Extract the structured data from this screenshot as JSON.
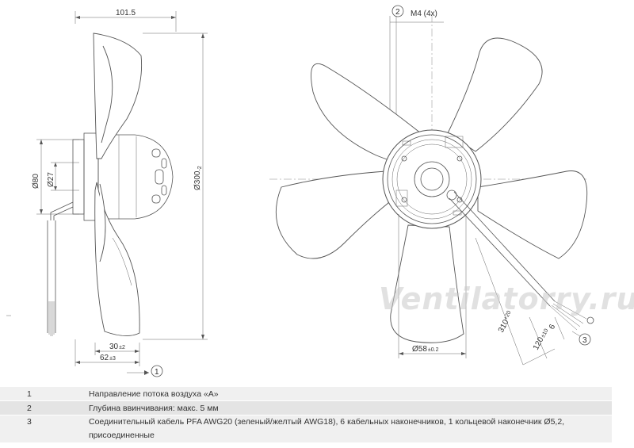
{
  "dimensions": {
    "depth": "101.5",
    "diameter_outer": "Ø300",
    "diameter_outer_tol": "-2",
    "diameter_motor": "Ø80",
    "diameter_shaft": "Ø27",
    "hub_offset": "30",
    "hub_offset_tol": "±2",
    "motor_offset": "62",
    "motor_offset_tol": "±3",
    "screw": "M4 (4x)",
    "diameter_hub": "Ø58",
    "diameter_hub_tol": "±0.2",
    "cable_length": "310",
    "cable_length_tol": "+20",
    "strip_length": "120",
    "strip_length_tol": "±10",
    "wire_length": "6"
  },
  "callouts": {
    "c1": "1",
    "c2": "2",
    "c3": "3"
  },
  "watermark": "Ventilatorry.ru",
  "notes": [
    {
      "num": "1",
      "text": "Направление потока воздуха «A»"
    },
    {
      "num": "2",
      "text": "Глубина ввинчивания: макс. 5 мм"
    },
    {
      "num": "3",
      "text": "Соединительный кабель PFA AWG20 (зеленый/желтый AWG18), 6 кабельных наконечников, 1 кольцевой наконечник Ø5,2, присоединенные"
    }
  ]
}
